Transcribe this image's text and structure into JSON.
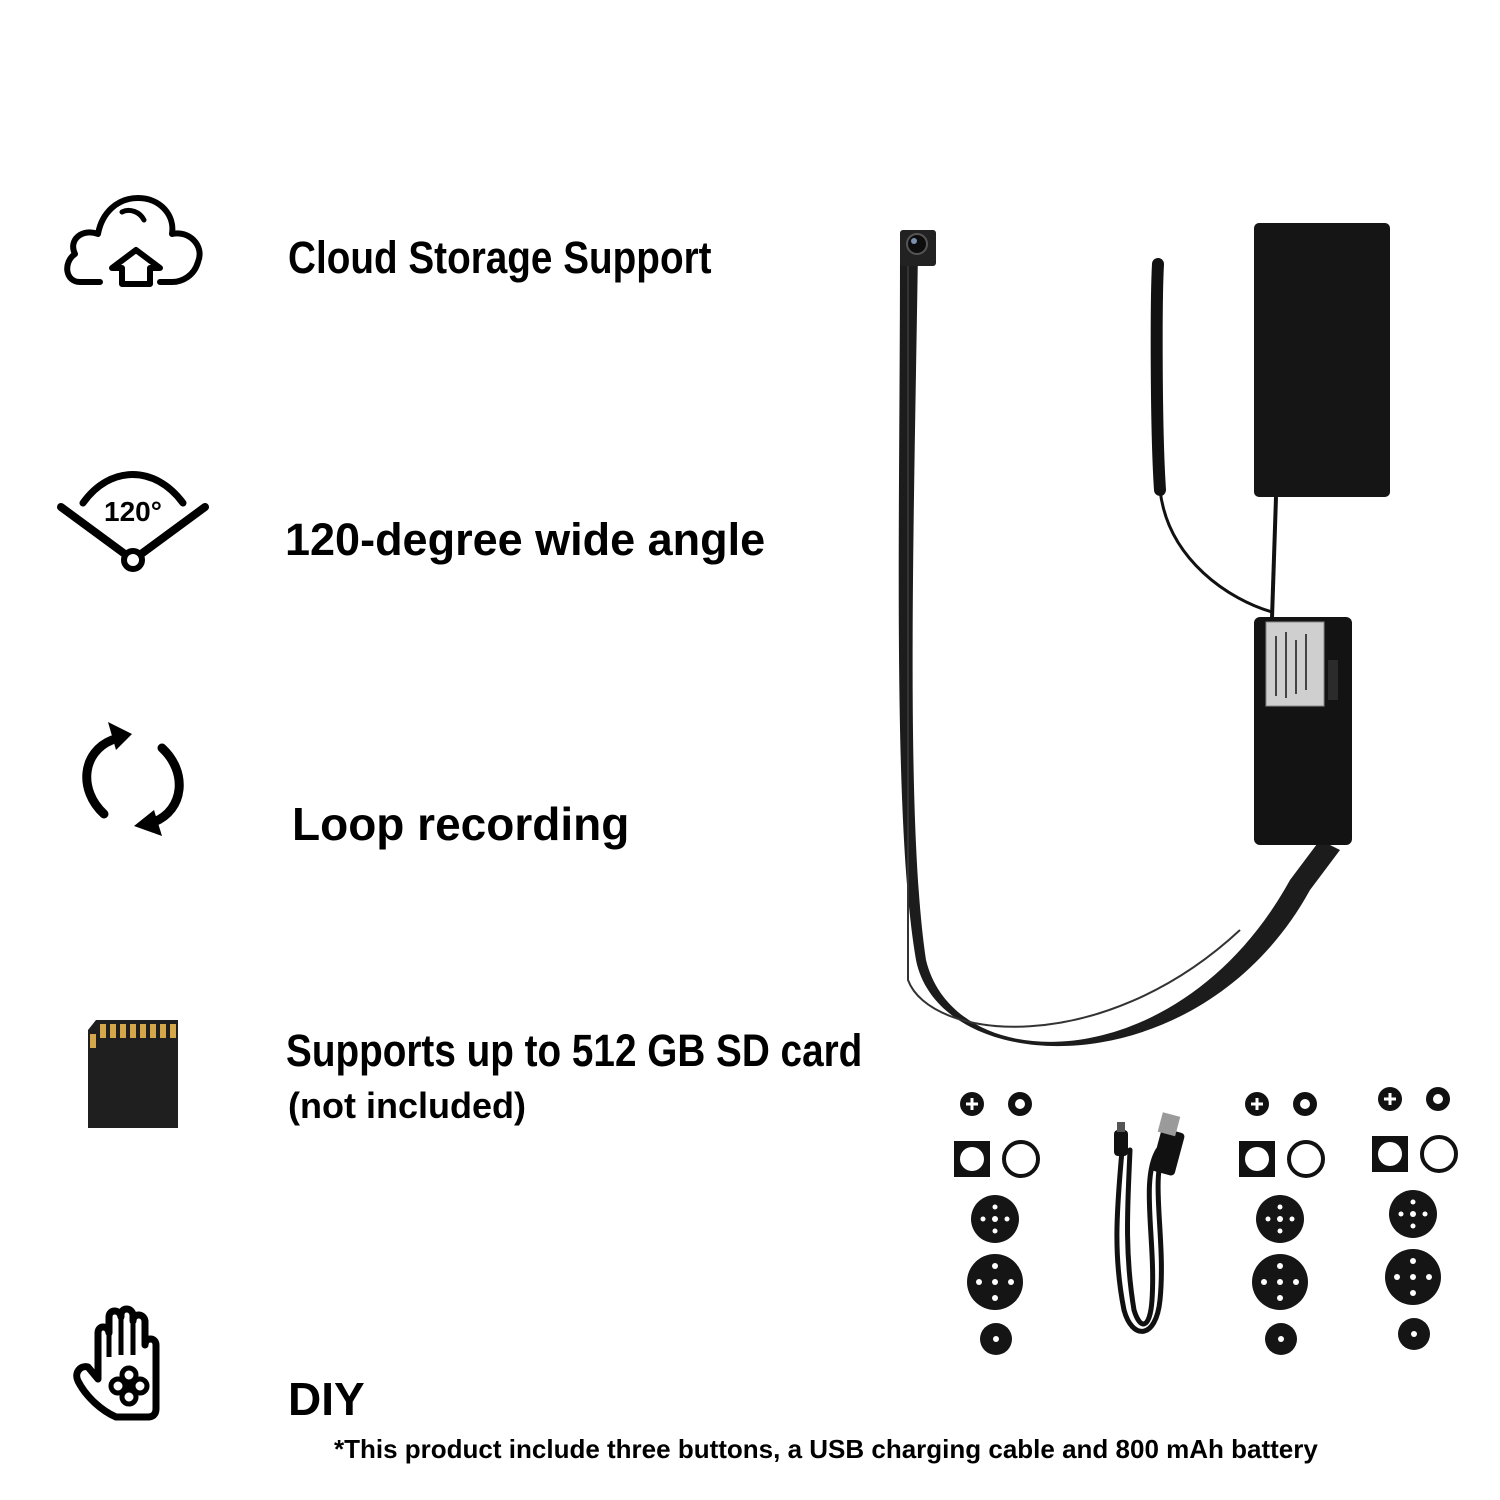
{
  "features": {
    "cloud": {
      "label": "Cloud Storage Support",
      "icon": "cloud-upload-icon"
    },
    "angle": {
      "label": "120-degree wide angle",
      "icon": "wide-angle-icon",
      "icon_text": "120°"
    },
    "loop": {
      "label": "Loop recording",
      "icon": "loop-arrows-icon"
    },
    "sd": {
      "label": "Supports up to 512 GB SD card",
      "sublabel": "(not included)",
      "icon": "sd-card-icon"
    },
    "diy": {
      "label": "DIY",
      "icon": "hand-flower-icon"
    }
  },
  "footnote": "*This product include three buttons, a USB  charging cable and 800 mAh battery",
  "colors": {
    "text": "#000000",
    "product": "#1a1a1a",
    "background": "#ffffff"
  }
}
